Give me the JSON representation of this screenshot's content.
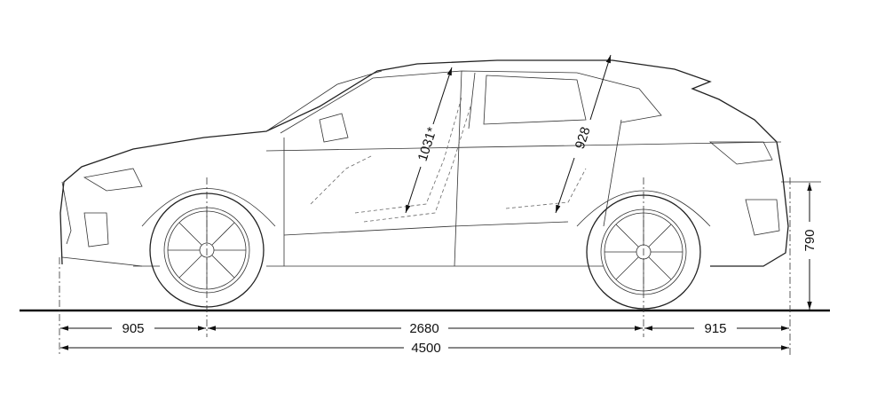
{
  "dimensions": {
    "front_overhang": "905",
    "wheelbase": "2680",
    "rear_overhang": "915",
    "overall_length": "4500",
    "height_rear": "790",
    "front_headroom": "1031*",
    "rear_headroom": "928"
  },
  "colors": {
    "line": "#222222",
    "background": "#ffffff"
  }
}
